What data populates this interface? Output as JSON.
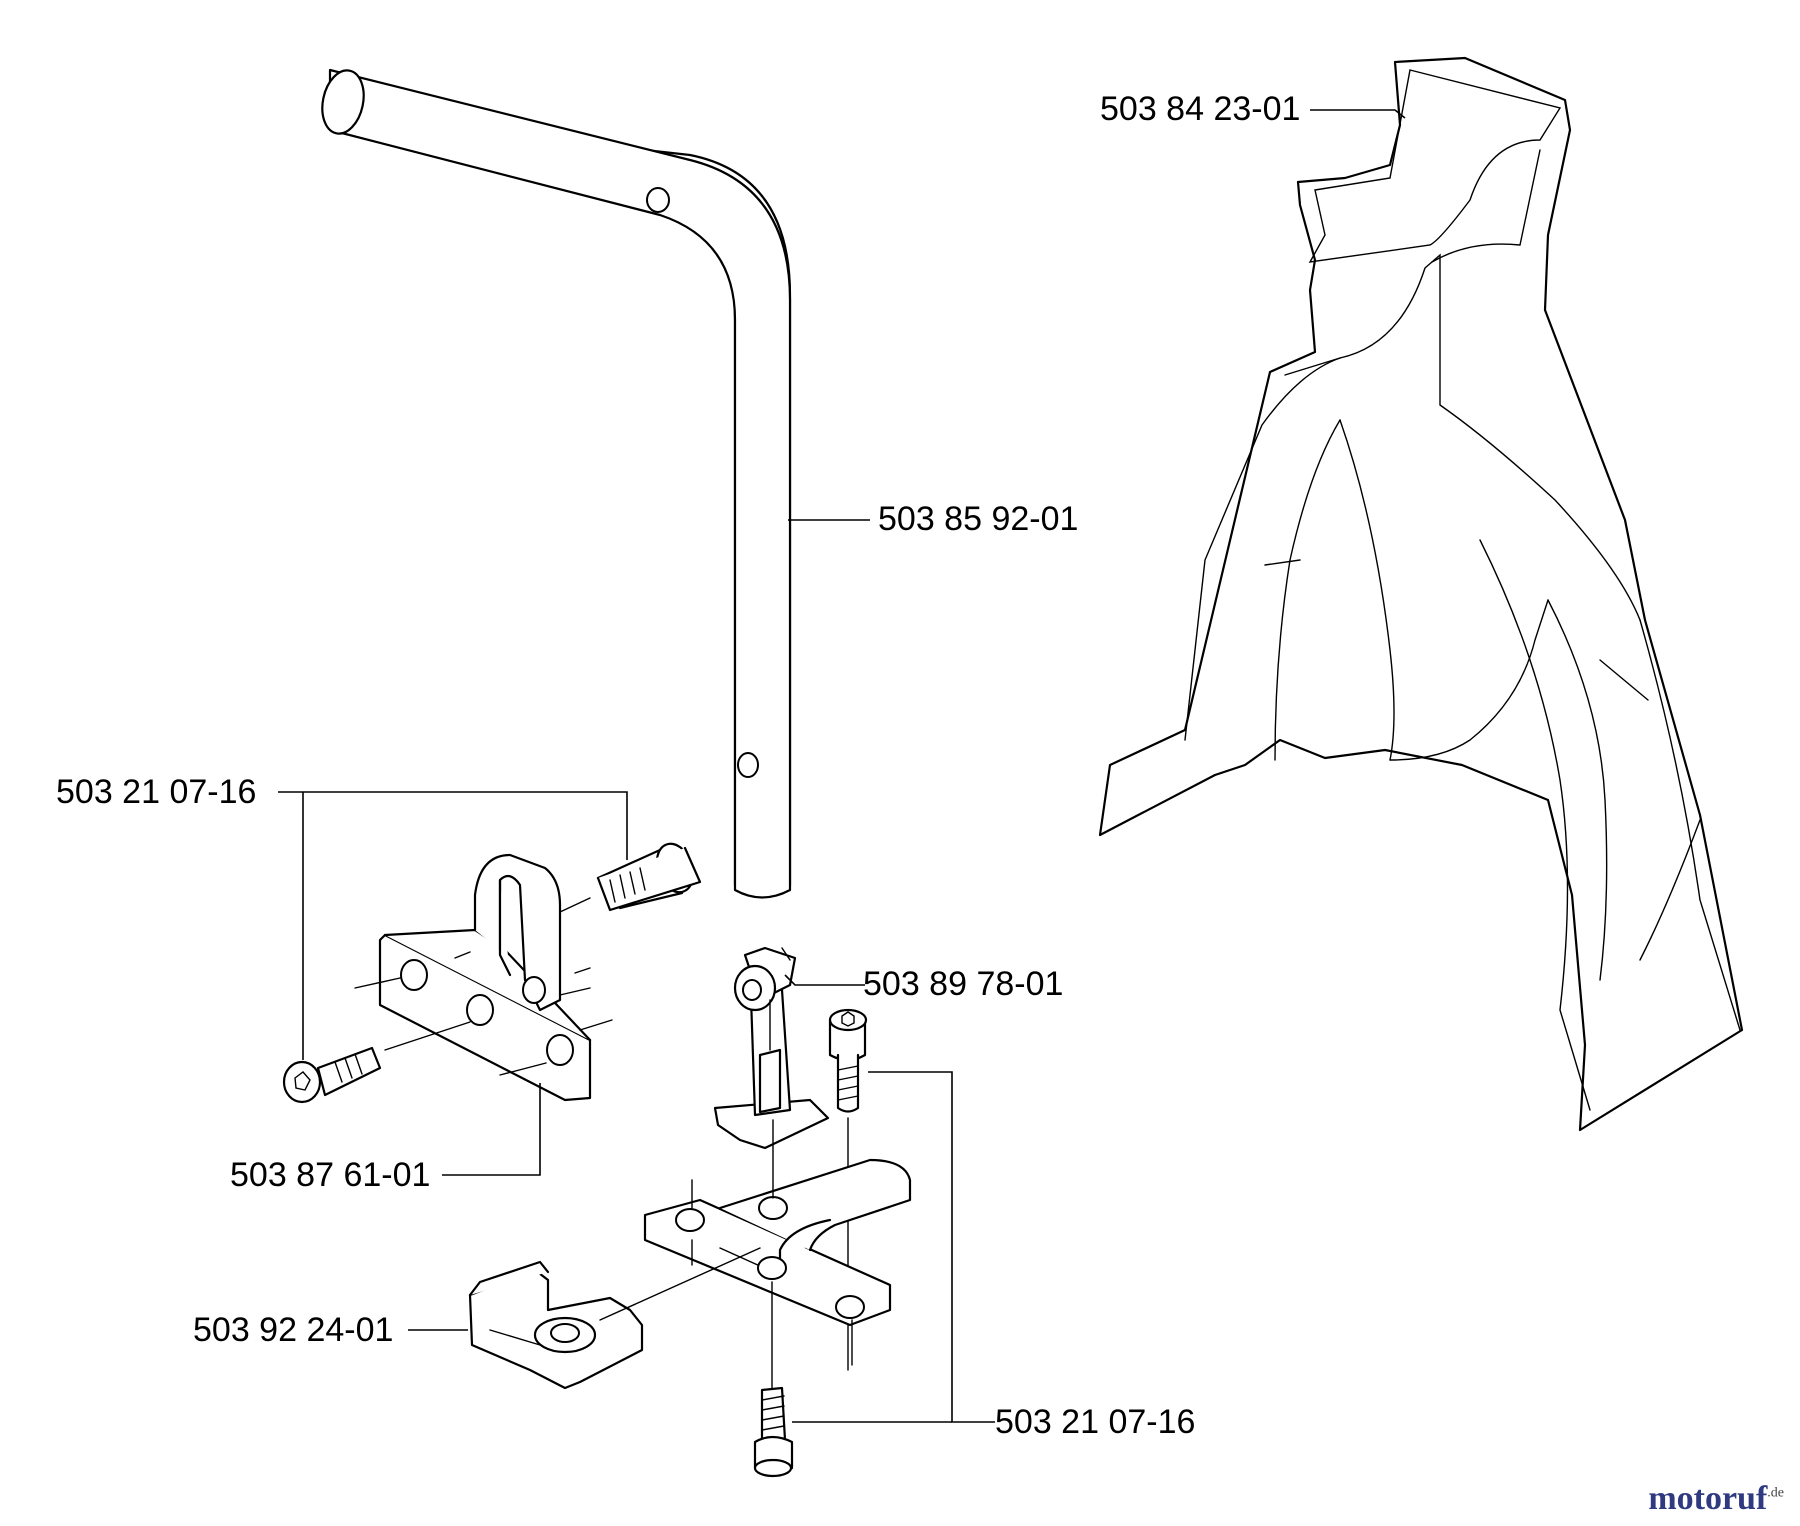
{
  "parts": [
    {
      "id": "p1",
      "number": "503 84 23-01"
    },
    {
      "id": "p2",
      "number": "503 85 92-01"
    },
    {
      "id": "p3",
      "number": "503 21 07-16"
    },
    {
      "id": "p4",
      "number": "503 89 78-01"
    },
    {
      "id": "p5",
      "number": "503 87 61-01"
    },
    {
      "id": "p6",
      "number": "503 92 24-01"
    },
    {
      "id": "p7",
      "number": "503 21 07-16"
    }
  ],
  "watermark": {
    "main": "motoruf",
    "tld": ".de"
  },
  "colors": {
    "line": "#000000",
    "background": "#ffffff",
    "watermark": "#2f3a80"
  }
}
